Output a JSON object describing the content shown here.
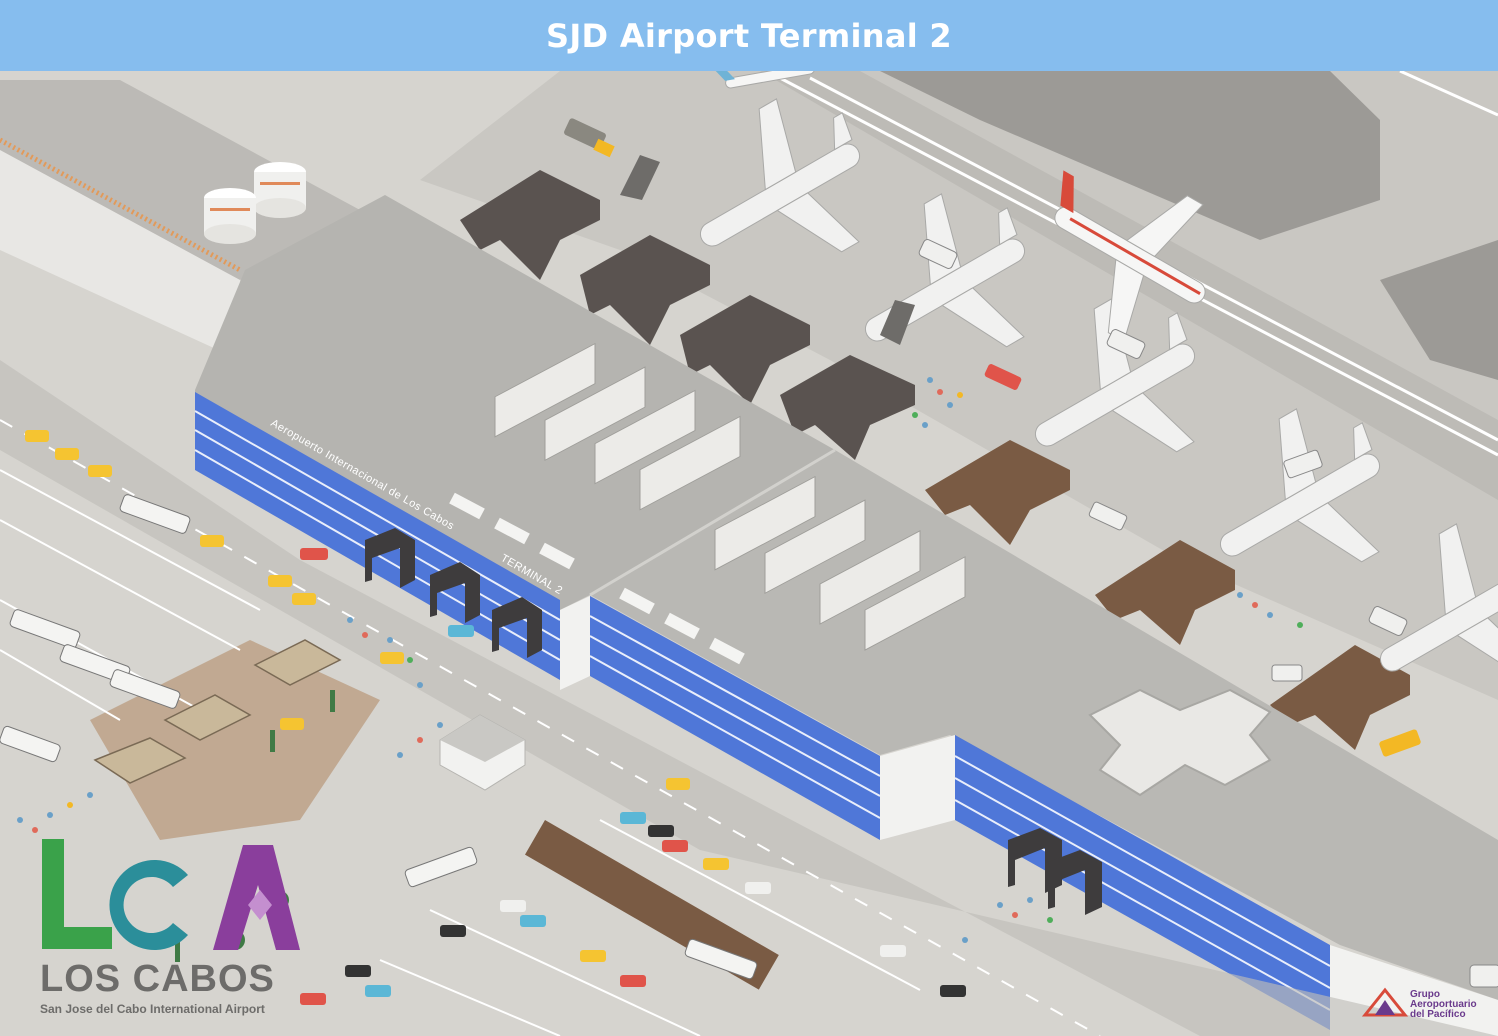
{
  "header": {
    "title": "SJD Airport Terminal 2"
  },
  "terminal": {
    "facade_sign": "Aeropuerto Internacional de Los Cabos",
    "terminal_sign": "TERMINAL 2"
  },
  "logo": {
    "name": "LOS CABOS",
    "subtitle": "San Jose del Cabo International Airport"
  },
  "operator": {
    "line1": "Grupo",
    "line2": "Aeroportuario",
    "line3": "del Pacífico"
  },
  "colors": {
    "title_bar": "#86bdee",
    "glass": "#4f77d8",
    "roof": "#b5b4b0",
    "ground": "#d6d4cf",
    "jetbridge_gray": "#5a5350",
    "jetbridge_brown": "#7a5b44",
    "logo_green": "#3aa24a",
    "logo_teal": "#2b8e9a",
    "logo_purple": "#8a3e9c"
  }
}
